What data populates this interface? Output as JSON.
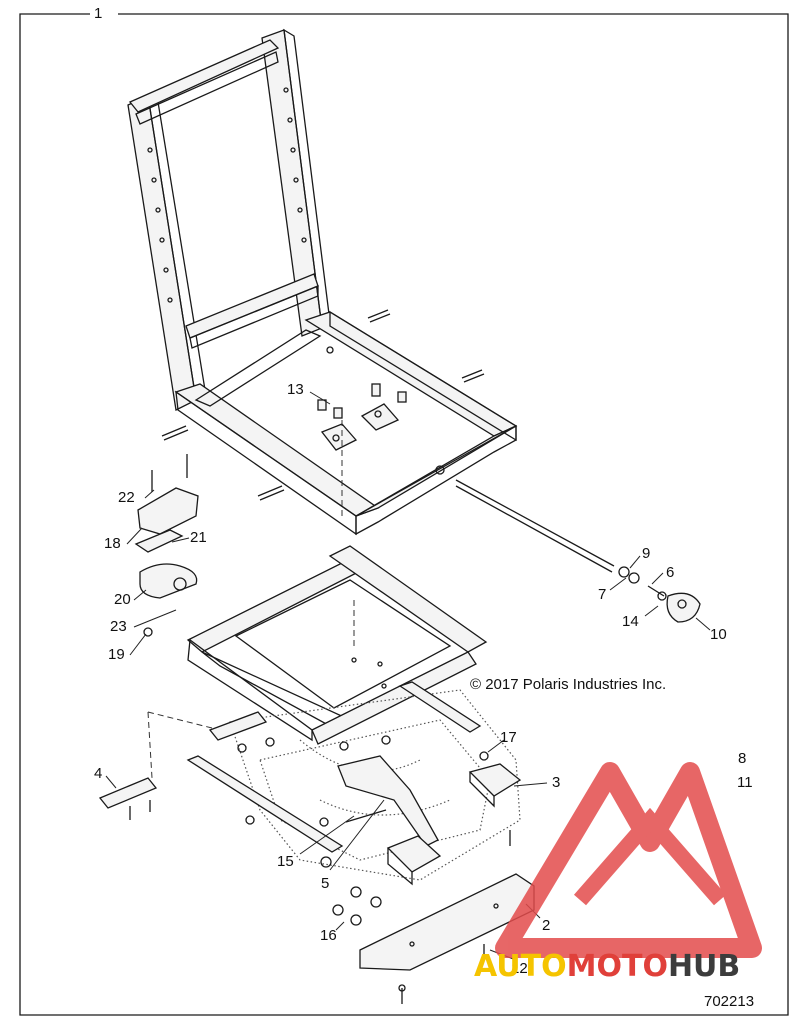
{
  "diagram": {
    "id": "702213",
    "copyright": "© 2017 Polaris Industries Inc.",
    "callouts": [
      "1",
      "2",
      "3",
      "4",
      "5",
      "6",
      "7",
      "8",
      "9",
      "10",
      "11",
      "12",
      "13",
      "14",
      "15",
      "16",
      "17",
      "18",
      "19",
      "20",
      "21",
      "22",
      "23"
    ]
  },
  "watermark": {
    "part1": "AUTO",
    "part2": "MOTO",
    "part3": "HUB",
    "colors": {
      "yellow": "#f5c400",
      "red": "#e0403a",
      "gray": "#3c3c3c",
      "logo": "#e34c4c"
    }
  }
}
